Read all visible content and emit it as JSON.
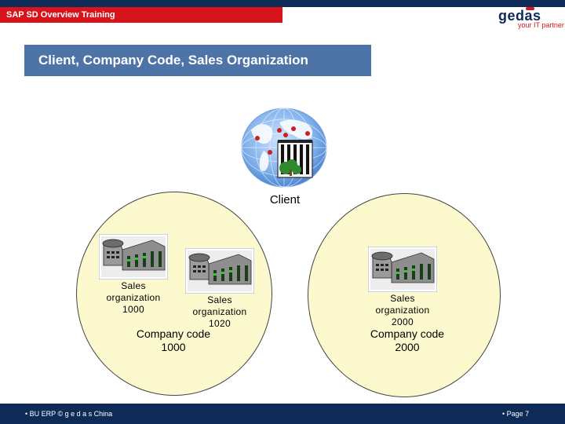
{
  "header": {
    "section_title": "SAP SD Overview Training",
    "logo_name": "gedas",
    "logo_tagline": "your IT partner"
  },
  "slide": {
    "title": "Client, Company Code, Sales Organization",
    "client_label": "Client",
    "sales_label_line1": "Sales",
    "sales_label_line2": "organization",
    "sales_orgs": [
      "1000",
      "1020",
      "2000"
    ],
    "company_codes": [
      {
        "line1": "Company code",
        "line2": "1000"
      },
      {
        "line1": "Company code",
        "line2": "2000"
      }
    ]
  },
  "footer": {
    "left": "•  BU ERP  ©  g e d a s  China",
    "right": "•  Page  7"
  },
  "colors": {
    "navy": "#0e2a57",
    "red": "#d7141c",
    "title_blue": "#4e73a7",
    "circle_fill": "#fdf9cf"
  }
}
